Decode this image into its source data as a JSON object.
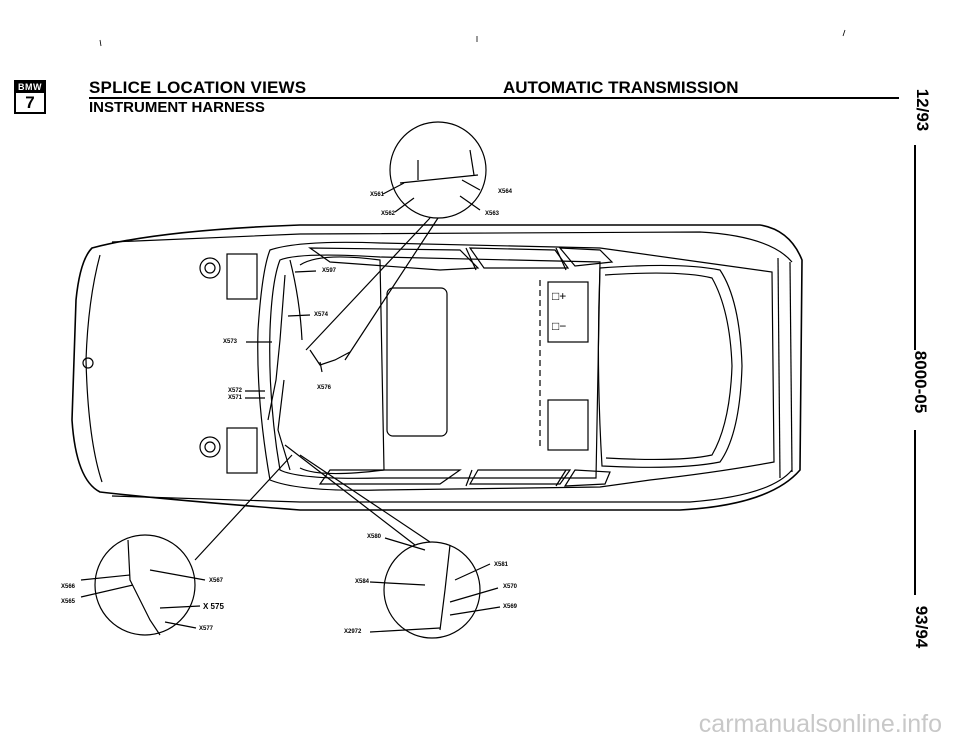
{
  "header": {
    "logo_brand": "BMW",
    "logo_series": "7",
    "title": "SPLICE LOCATION VIEWS",
    "subtitle": "INSTRUMENT HARNESS",
    "section": "AUTOMATIC TRANSMISSION"
  },
  "side_margin": {
    "date": "12/93",
    "page_code": "8000-05",
    "model_years": "93/94"
  },
  "splices": {
    "x561": "X561",
    "x562": "X562",
    "x563": "X563",
    "x564": "X564",
    "x597": "X597",
    "x574": "X574",
    "x573": "X573",
    "x572": "X572",
    "x571": "X571",
    "x576": "X576",
    "x566": "X566",
    "x565": "X565",
    "x567": "X567",
    "x575": "X 575",
    "x577": "X577",
    "x580": "X580",
    "x581": "X581",
    "x584": "X584",
    "x570": "X570",
    "x569": "X569",
    "x2972": "X2972"
  },
  "watermark": "carmanualsonline.info"
}
